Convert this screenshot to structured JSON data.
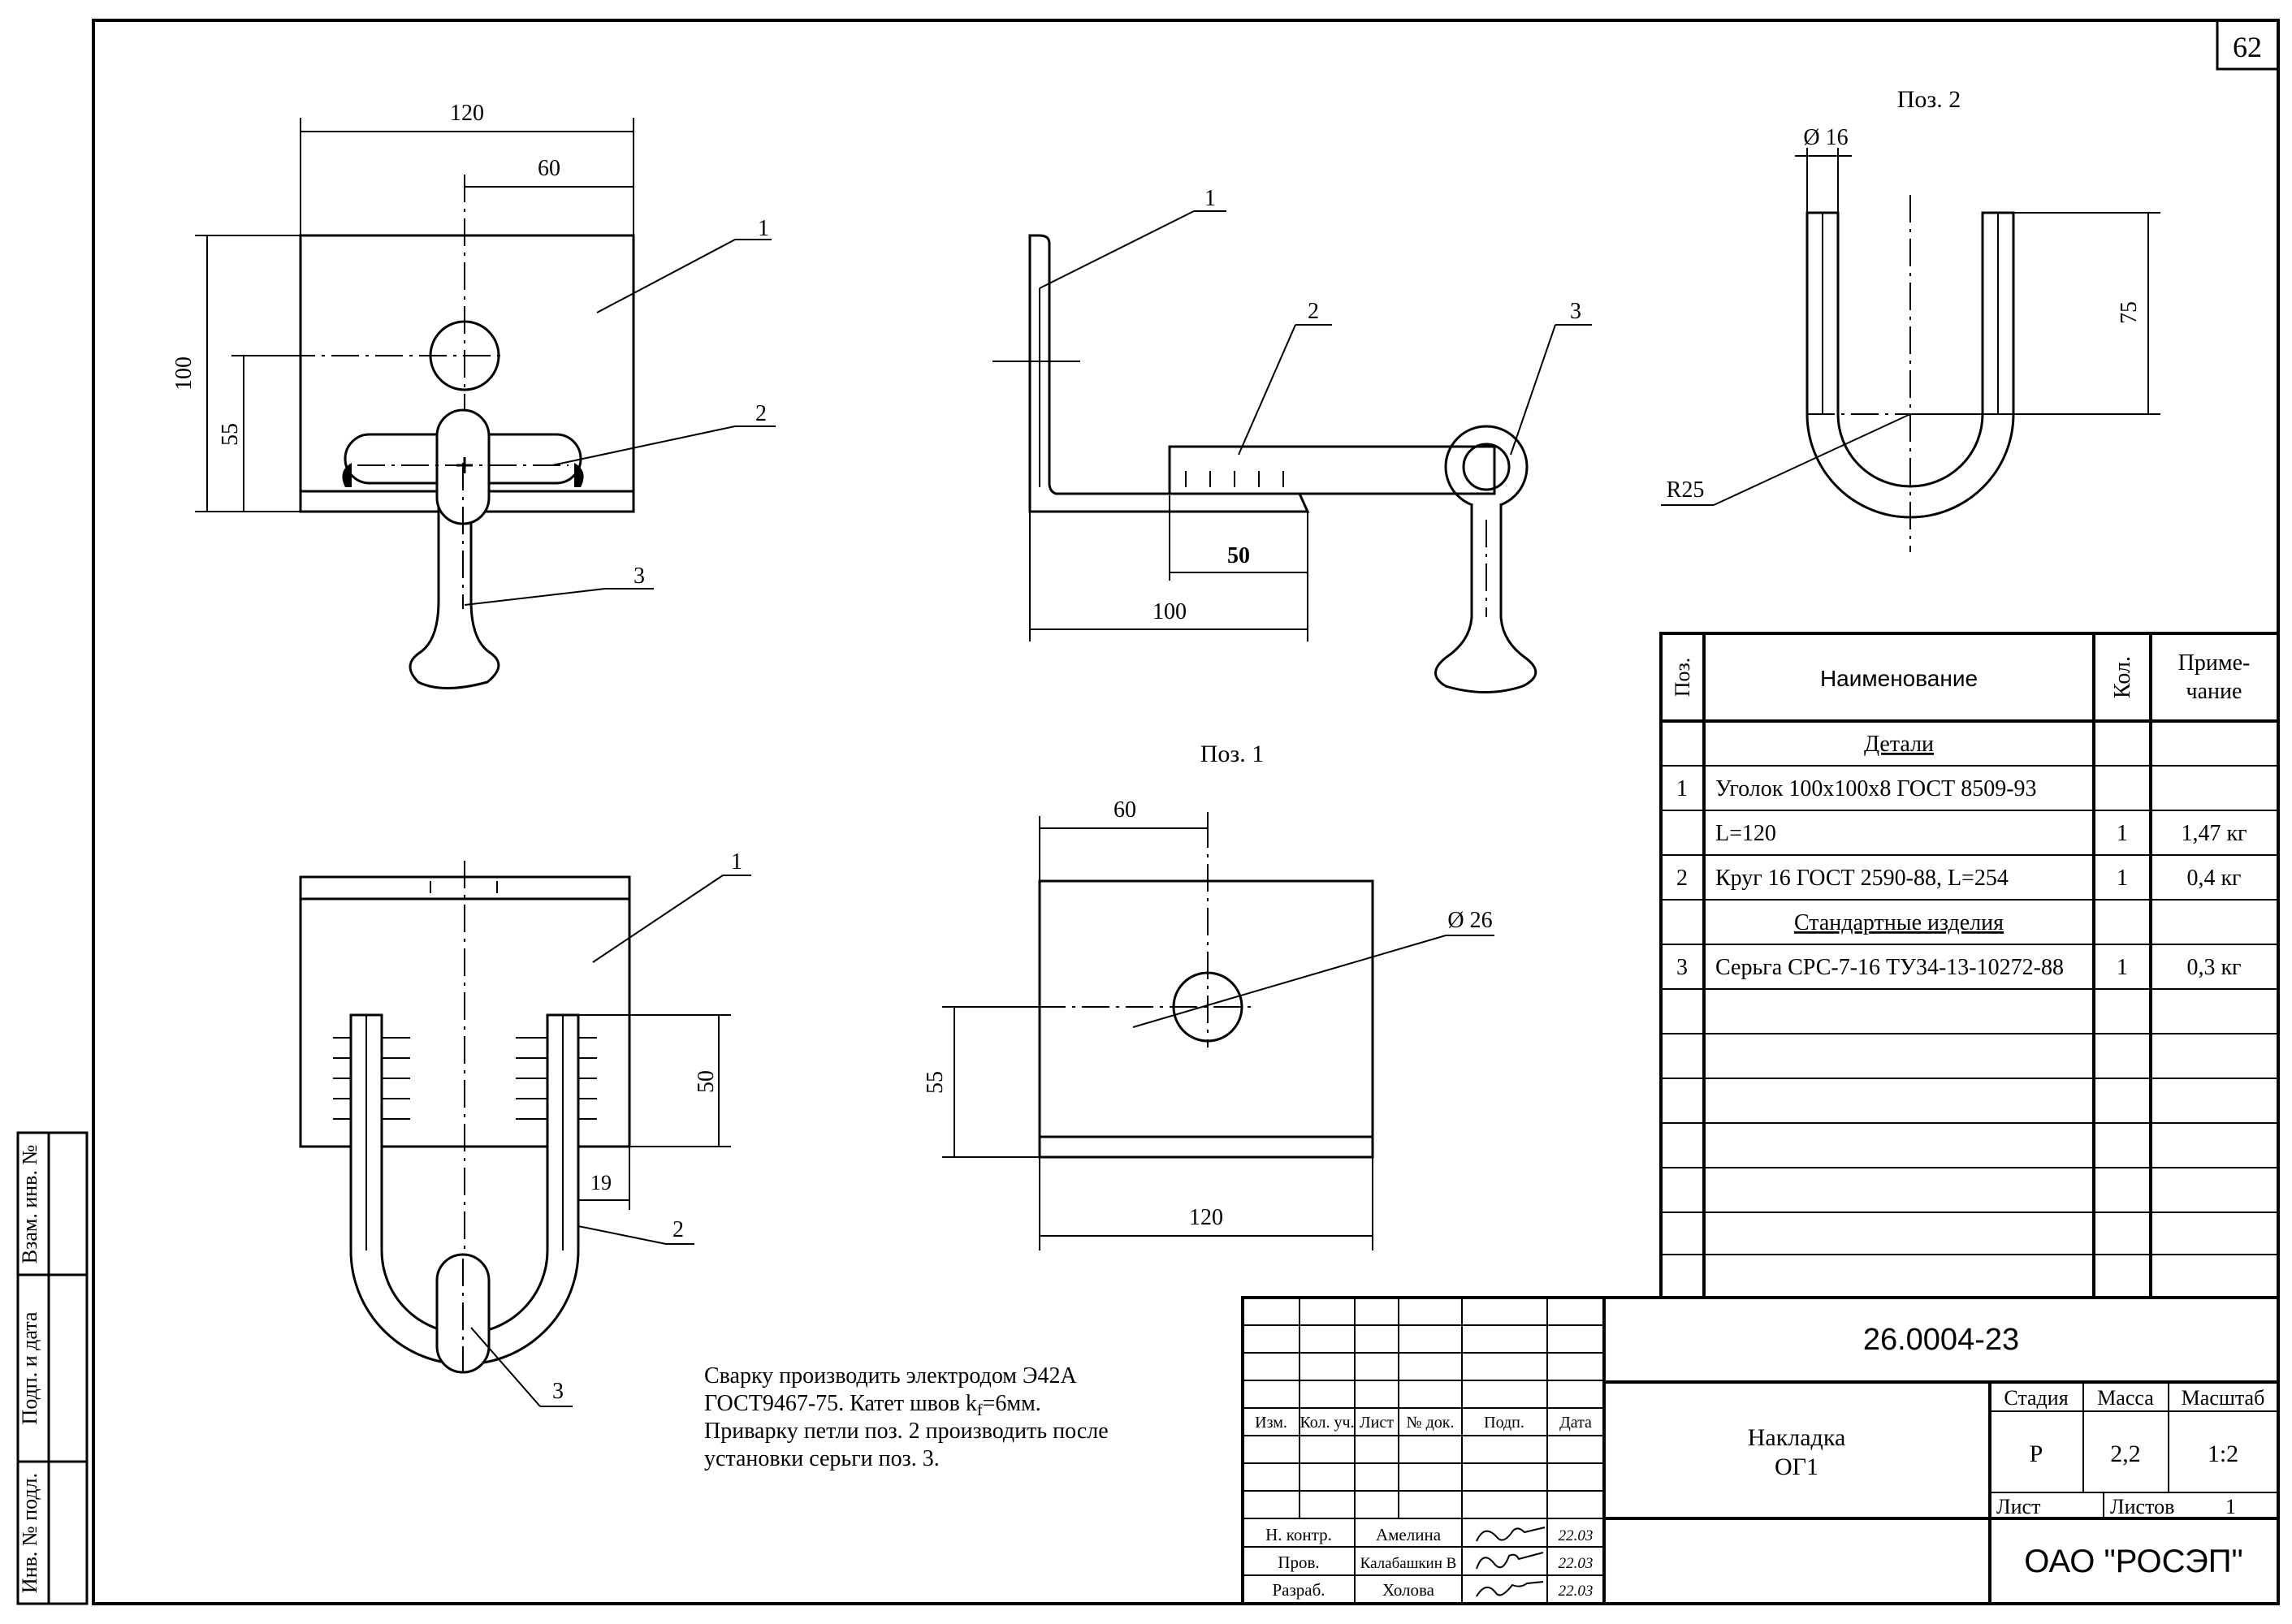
{
  "page_number": "62",
  "views": {
    "front": {
      "dim_width": "120",
      "dim_half": "60",
      "dim_height": "100",
      "dim_hole_height": "55",
      "callout_1": "1",
      "callout_2": "2",
      "callout_3": "3"
    },
    "side": {
      "dim_50": "50",
      "dim_100": "100",
      "callout_1": "1",
      "callout_2": "2",
      "callout_3": "3"
    },
    "pos2": {
      "title": "Поз. 2",
      "dim_diameter": "Ø 16",
      "dim_75": "75",
      "dim_radius": "R25"
    },
    "pos1": {
      "title": "Поз. 1",
      "dim_60": "60",
      "dim_diameter": "Ø 26",
      "dim_55": "55",
      "dim_120": "120"
    },
    "bottom": {
      "dim_50": "50",
      "dim_19": "19",
      "callout_1": "1",
      "callout_2": "2",
      "callout_3": "3"
    }
  },
  "notes": [
    "Сварку производить электродом Э42А",
    "ГОСТ9467-75. Катет швов k",
    "f",
    "=6мм.",
    "Приварку петли поз. 2 производить после",
    "установки серьги поз. 3."
  ],
  "spec_table": {
    "headers": {
      "pos": "Поз.",
      "name": "Наименование",
      "qty": "Кол.",
      "note": "Приме-",
      "note2": "чание"
    },
    "rows": [
      {
        "pos": "",
        "name": "Детали",
        "qty": "",
        "note": "",
        "section": true
      },
      {
        "pos": "1",
        "name": "Уголок 100х100х8 ГОСТ 8509-93",
        "qty": "",
        "note": ""
      },
      {
        "pos": "",
        "name": "L=120",
        "qty": "1",
        "note": "1,47 кг"
      },
      {
        "pos": "2",
        "name": "Круг 16 ГОСТ 2590-88, L=254",
        "qty": "1",
        "note": "0,4 кг"
      },
      {
        "pos": "",
        "name": "Стандартные изделия",
        "qty": "",
        "note": "",
        "section": true
      },
      {
        "pos": "3",
        "name": "Серьга СРС-7-16 ТУ34-13-10272-88",
        "qty": "1",
        "note": "0,3 кг"
      }
    ]
  },
  "title_block": {
    "doc_number": "26.0004-23",
    "item_name_1": "Накладка",
    "item_name_2": "ОГ1",
    "col_headers": [
      "Изм.",
      "Кол. уч.",
      "Лист",
      "№ док.",
      "Подп.",
      "Дата"
    ],
    "stage_label": "Стадия",
    "mass_label": "Масса",
    "scale_label": "Масштаб",
    "stage": "Р",
    "mass": "2,2",
    "scale": "1:2",
    "sheet_label": "Лист",
    "sheets_label": "Листов",
    "sheets": "1",
    "company": "ОАО \"РОСЭП\"",
    "roles": [
      {
        "role": "Н. контр.",
        "name": "Амелина",
        "date": "22.03"
      },
      {
        "role": "Пров.",
        "name": "Калабашкин В",
        "date": "22.03"
      },
      {
        "role": "Разраб.",
        "name": "Холова",
        "date": "22.03"
      }
    ]
  },
  "side_stamps": [
    "Взам. инв. №",
    "Подп. и дата",
    "Инв. № подл."
  ]
}
